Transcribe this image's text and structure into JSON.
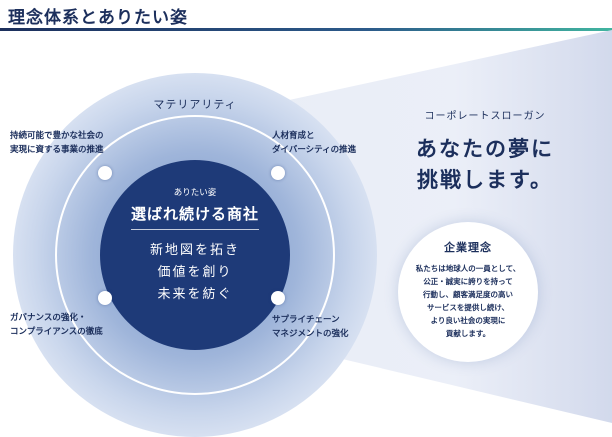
{
  "header": {
    "title": "理念体系とありたい姿"
  },
  "materiality": {
    "title": "マテリアリティ",
    "items": [
      {
        "lines": [
          "持続可能で豊かな社会の",
          "実現に資する事業の推進"
        ]
      },
      {
        "lines": [
          "人材育成と",
          "ダイバーシティの推進"
        ]
      },
      {
        "lines": [
          "ガバナンスの強化・",
          "コンプライアンスの徹底"
        ]
      },
      {
        "lines": [
          "サプライチェーン",
          "マネジメントの強化"
        ]
      }
    ]
  },
  "core": {
    "subtitle": "ありたい姿",
    "title": "選ばれ続ける商社",
    "lines": [
      "新地図を拓き",
      "価値を創り",
      "未来を紡ぐ"
    ]
  },
  "slogan": {
    "label": "コーポレートスローガン",
    "lines": [
      "あなたの夢に",
      "挑戦します。"
    ]
  },
  "philosophy": {
    "title": "企業理念",
    "lines": [
      "私たちは地球人の一員として、",
      "公正・誠実に誇りを持って",
      "行動し、顧客満足度の高い",
      "サービスを提供し続け、",
      "より良い社会の実現に",
      "貢献します。"
    ]
  },
  "colors": {
    "navy": "#1e3a78",
    "text": "#1c2f5c",
    "halo": "#9fb5da",
    "accent": "#41b5a0"
  }
}
